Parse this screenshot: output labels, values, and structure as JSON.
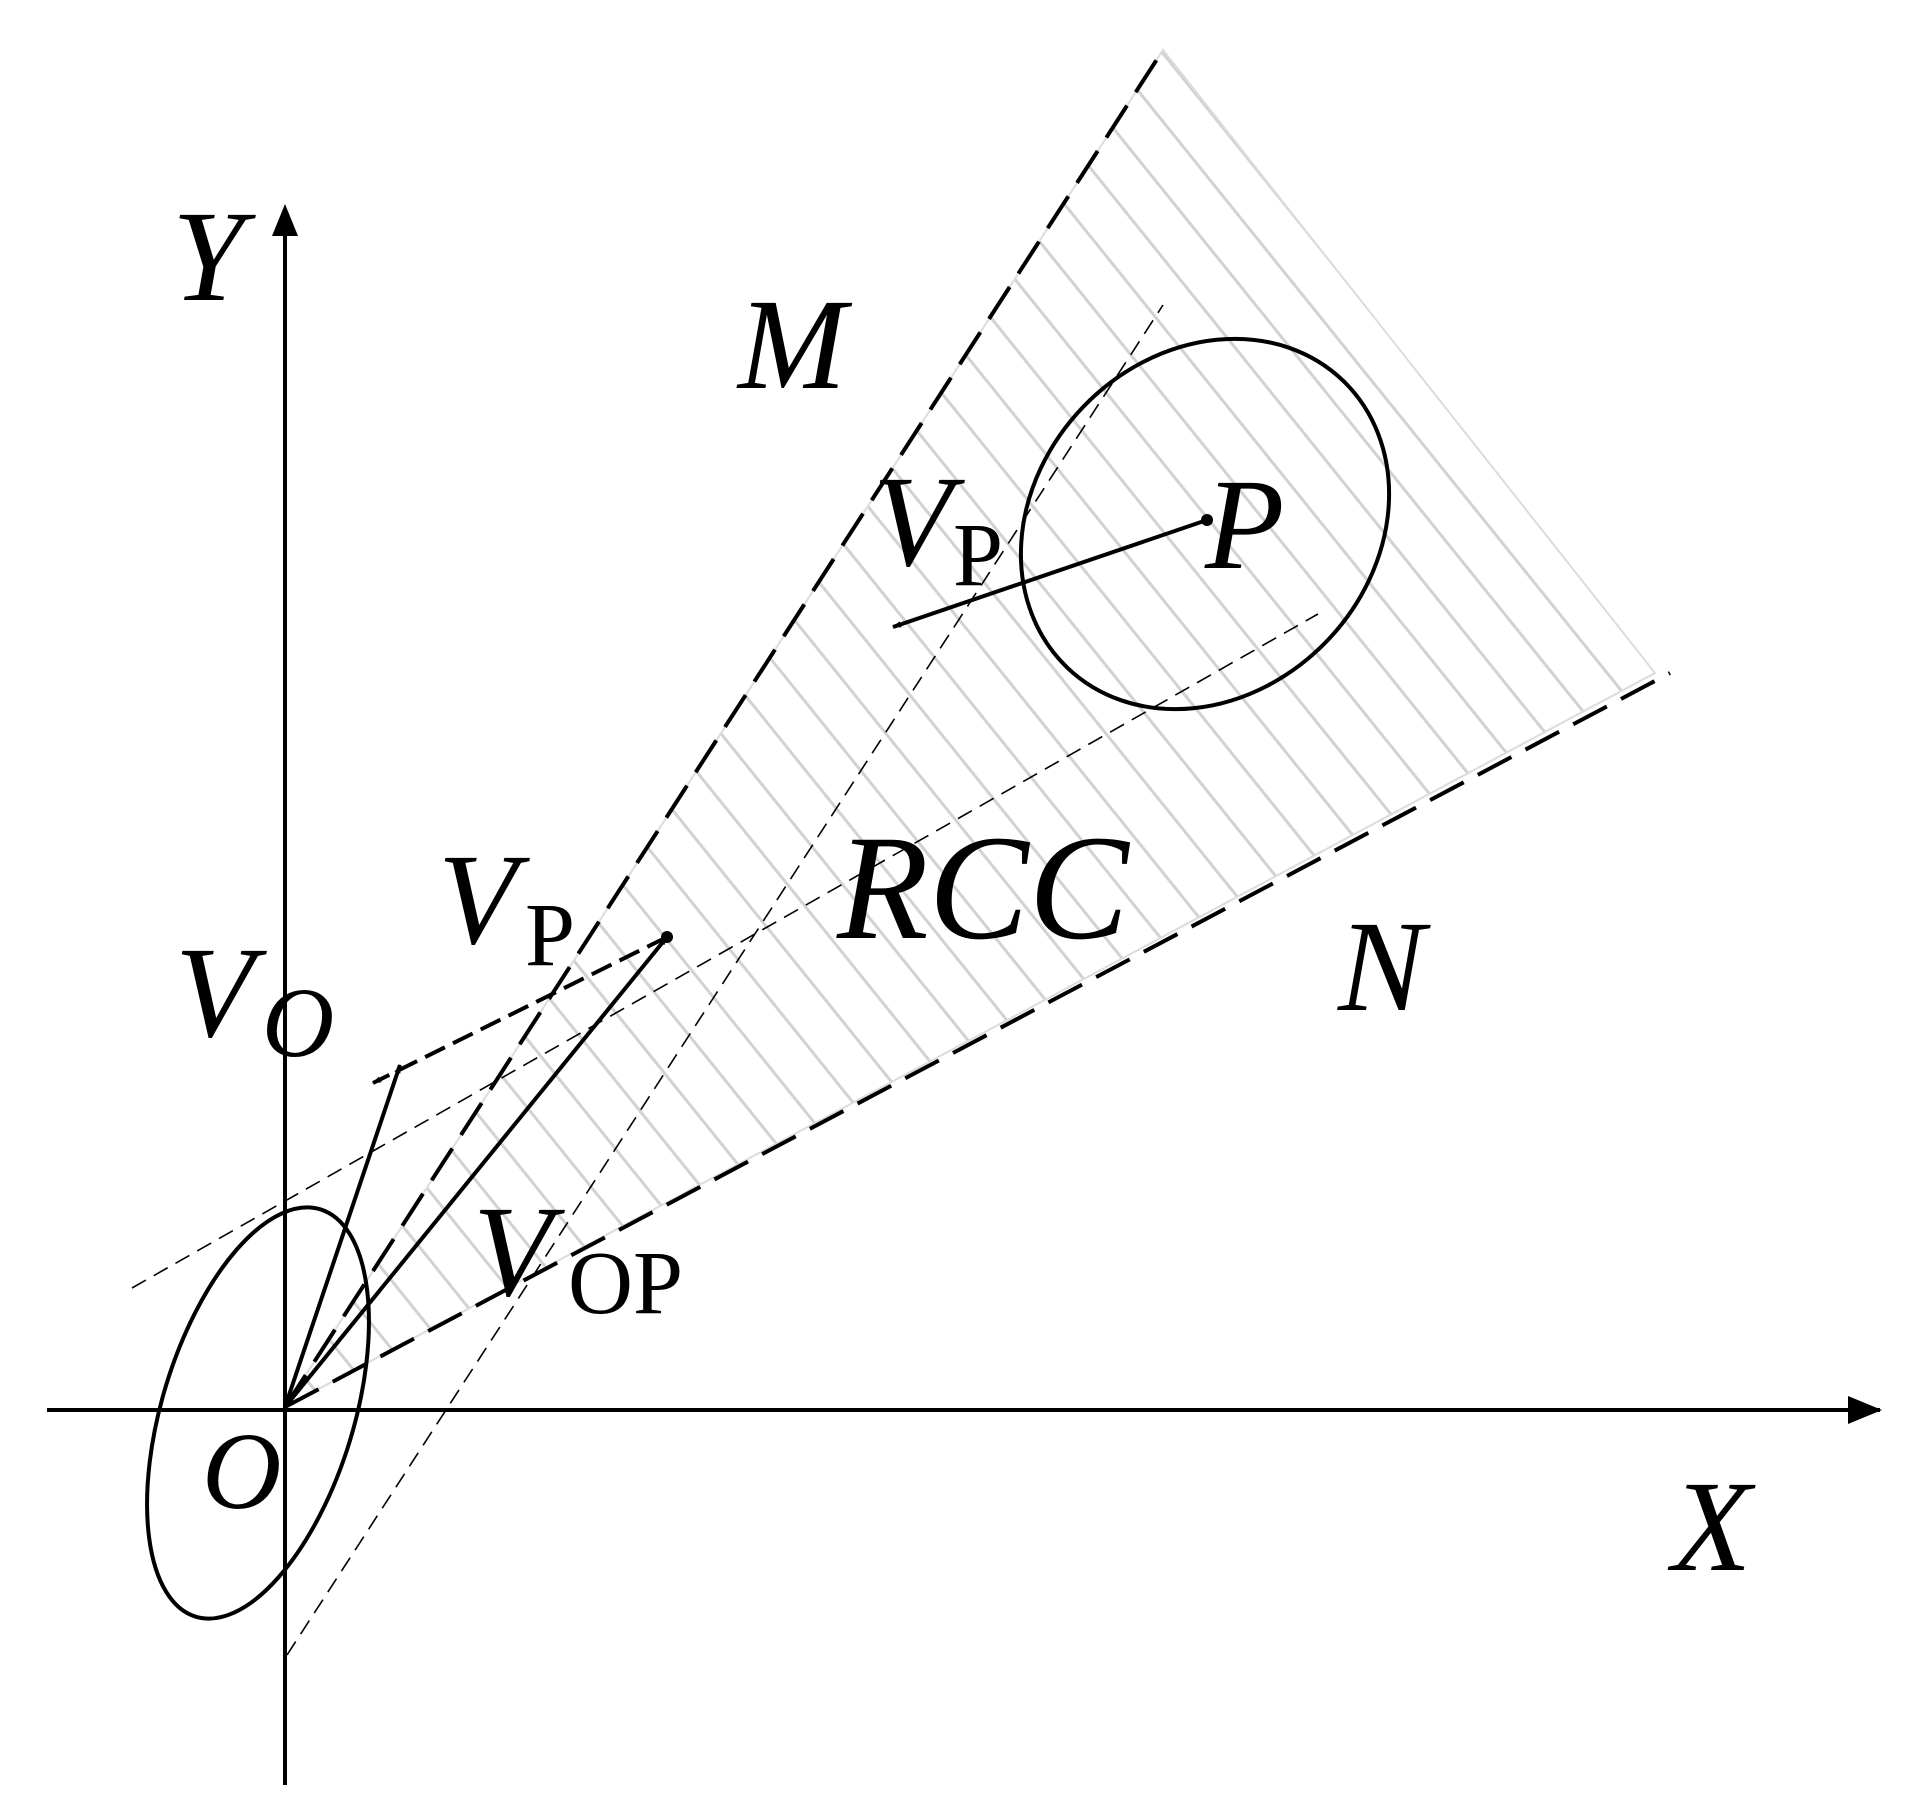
{
  "labels": {
    "y_axis": "Y",
    "x_axis": "X",
    "origin": "O",
    "point_p": "P",
    "boundary_m": "M",
    "boundary_n": "N",
    "region": "RCC",
    "v_o": {
      "main": "V",
      "sub": "O"
    },
    "v_p_at_p": {
      "main": "V",
      "sub": "P"
    },
    "v_p_translated": {
      "main": "V",
      "sub": "P"
    },
    "v_op": {
      "main": "V",
      "sub": "OP"
    }
  },
  "colors": {
    "ink": "#000000",
    "hatch": "#d2d2d2",
    "cone_edge": "#dcdcdc"
  }
}
